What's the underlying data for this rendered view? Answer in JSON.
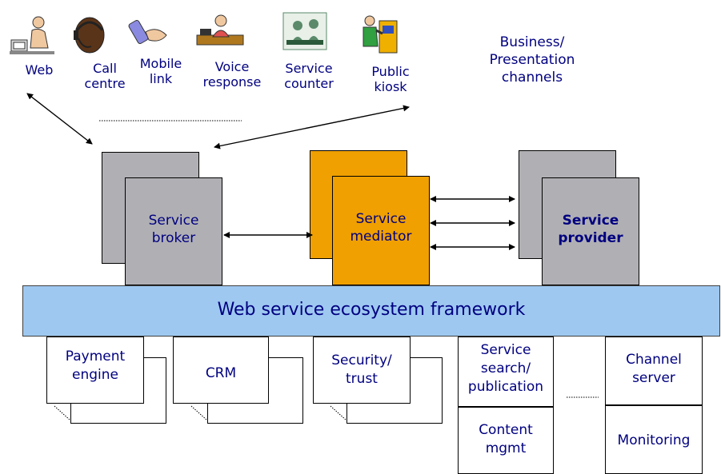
{
  "channels": {
    "web": "Web",
    "call_centre": "Call\ncentre",
    "mobile_link": "Mobile\nlink",
    "voice_response": "Voice\nresponse",
    "service_counter": "Service\ncounter",
    "public_kiosk": "Public\nkiosk",
    "layer_label": "Business/\nPresentation\nchannels"
  },
  "components": {
    "broker": "Service\nbroker",
    "mediator": "Service\nmediator",
    "provider": "Service\nprovider"
  },
  "framework": {
    "label": "Web service ecosystem framework"
  },
  "services": {
    "payment_engine": "Payment\nengine",
    "crm": "CRM",
    "security_trust": "Security/\ntrust",
    "service_search": "Service\nsearch/\npublication",
    "content_mgmt": "Content\nmgmt",
    "channel_server": "Channel\nserver",
    "monitoring": "Monitoring"
  },
  "colors": {
    "gray_box": "#b0b0b4",
    "orange_box": "#f0a000",
    "framework": "#9ec8f0",
    "text": "#000080"
  },
  "icons": [
    "web-user-computer-icon",
    "call-centre-operator-icon",
    "mobile-phone-icon",
    "voice-response-phone-icon",
    "service-counter-icon",
    "public-kiosk-icon"
  ]
}
